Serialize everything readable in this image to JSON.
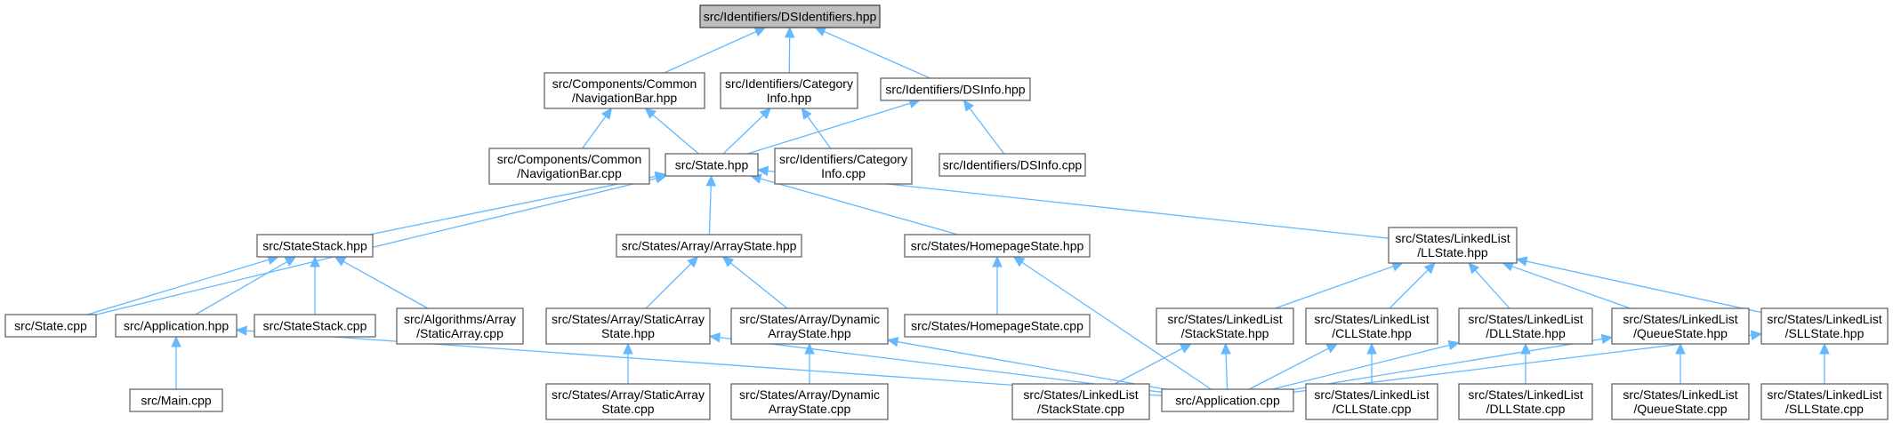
{
  "diagram": {
    "nodes": [
      {
        "id": "dsidentifiers_hpp",
        "lines": [
          "src/Identifiers/DSIdentifiers.hpp"
        ],
        "root": true
      },
      {
        "id": "navbar_hpp",
        "lines": [
          "src/Components/Common",
          "/NavigationBar.hpp"
        ]
      },
      {
        "id": "categoryinfo_hpp",
        "lines": [
          "src/Identifiers/Category",
          "Info.hpp"
        ]
      },
      {
        "id": "dsinfo_hpp",
        "lines": [
          "src/Identifiers/DSInfo.hpp"
        ]
      },
      {
        "id": "navbar_cpp",
        "lines": [
          "src/Components/Common",
          "/NavigationBar.cpp"
        ]
      },
      {
        "id": "state_hpp",
        "lines": [
          "src/State.hpp"
        ]
      },
      {
        "id": "categoryinfo_cpp",
        "lines": [
          "src/Identifiers/Category",
          "Info.cpp"
        ]
      },
      {
        "id": "dsinfo_cpp",
        "lines": [
          "src/Identifiers/DSInfo.cpp"
        ]
      },
      {
        "id": "statestack_hpp",
        "lines": [
          "src/StateStack.hpp"
        ]
      },
      {
        "id": "arraystate_hpp",
        "lines": [
          "src/States/Array/ArrayState.hpp"
        ]
      },
      {
        "id": "homepagestate_hpp",
        "lines": [
          "src/States/HomepageState.hpp"
        ]
      },
      {
        "id": "llstate_hpp",
        "lines": [
          "src/States/LinkedList",
          "/LLState.hpp"
        ]
      },
      {
        "id": "state_cpp",
        "lines": [
          "src/State.cpp"
        ]
      },
      {
        "id": "application_hpp",
        "lines": [
          "src/Application.hpp"
        ]
      },
      {
        "id": "statestack_cpp",
        "lines": [
          "src/StateStack.cpp"
        ]
      },
      {
        "id": "staticarray_alg_cpp",
        "lines": [
          "src/Algorithms/Array",
          "/StaticArray.cpp"
        ]
      },
      {
        "id": "staticarraystate_hpp",
        "lines": [
          "src/States/Array/StaticArray",
          "State.hpp"
        ]
      },
      {
        "id": "dynamicarraystate_hpp",
        "lines": [
          "src/States/Array/Dynamic",
          "ArrayState.hpp"
        ]
      },
      {
        "id": "homepagestate_cpp",
        "lines": [
          "src/States/HomepageState.cpp"
        ]
      },
      {
        "id": "stackstate_hpp",
        "lines": [
          "src/States/LinkedList",
          "/StackState.hpp"
        ]
      },
      {
        "id": "cllstate_hpp",
        "lines": [
          "src/States/LinkedList",
          "/CLLState.hpp"
        ]
      },
      {
        "id": "dllstate_hpp",
        "lines": [
          "src/States/LinkedList",
          "/DLLState.hpp"
        ]
      },
      {
        "id": "queuestate_hpp",
        "lines": [
          "src/States/LinkedList",
          "/QueueState.hpp"
        ]
      },
      {
        "id": "sllstate_hpp",
        "lines": [
          "src/States/LinkedList",
          "/SLLState.hpp"
        ]
      },
      {
        "id": "main_cpp",
        "lines": [
          "src/Main.cpp"
        ]
      },
      {
        "id": "staticarraystate_cpp",
        "lines": [
          "src/States/Array/StaticArray",
          "State.cpp"
        ]
      },
      {
        "id": "dynamicarraystate_cpp",
        "lines": [
          "src/States/Array/Dynamic",
          "ArrayState.cpp"
        ]
      },
      {
        "id": "stackstate_cpp",
        "lines": [
          "src/States/LinkedList",
          "/StackState.cpp"
        ]
      },
      {
        "id": "application_cpp",
        "lines": [
          "src/Application.cpp"
        ]
      },
      {
        "id": "cllstate_cpp",
        "lines": [
          "src/States/LinkedList",
          "/CLLState.cpp"
        ]
      },
      {
        "id": "dllstate_cpp",
        "lines": [
          "src/States/LinkedList",
          "/DLLState.cpp"
        ]
      },
      {
        "id": "queuestate_cpp",
        "lines": [
          "src/States/LinkedList",
          "/QueueState.cpp"
        ]
      },
      {
        "id": "sllstate_cpp",
        "lines": [
          "src/States/LinkedList",
          "/SLLState.cpp"
        ]
      }
    ],
    "edges": [
      {
        "from": "navbar_hpp",
        "to": "dsidentifiers_hpp"
      },
      {
        "from": "categoryinfo_hpp",
        "to": "dsidentifiers_hpp"
      },
      {
        "from": "dsinfo_hpp",
        "to": "dsidentifiers_hpp"
      },
      {
        "from": "navbar_cpp",
        "to": "navbar_hpp"
      },
      {
        "from": "state_hpp",
        "to": "navbar_hpp"
      },
      {
        "from": "state_hpp",
        "to": "categoryinfo_hpp"
      },
      {
        "from": "categoryinfo_cpp",
        "to": "categoryinfo_hpp"
      },
      {
        "from": "state_hpp",
        "to": "dsinfo_hpp"
      },
      {
        "from": "dsinfo_cpp",
        "to": "dsinfo_hpp"
      },
      {
        "from": "state_cpp",
        "to": "state_hpp"
      },
      {
        "from": "statestack_hpp",
        "to": "state_hpp"
      },
      {
        "from": "arraystate_hpp",
        "to": "state_hpp"
      },
      {
        "from": "homepagestate_hpp",
        "to": "state_hpp"
      },
      {
        "from": "llstate_hpp",
        "to": "state_hpp"
      },
      {
        "from": "state_cpp",
        "to": "statestack_hpp"
      },
      {
        "from": "application_hpp",
        "to": "statestack_hpp"
      },
      {
        "from": "statestack_cpp",
        "to": "statestack_hpp"
      },
      {
        "from": "staticarray_alg_cpp",
        "to": "statestack_hpp"
      },
      {
        "from": "main_cpp",
        "to": "application_hpp"
      },
      {
        "from": "application_cpp",
        "to": "application_hpp"
      },
      {
        "from": "staticarraystate_hpp",
        "to": "arraystate_hpp"
      },
      {
        "from": "dynamicarraystate_hpp",
        "to": "arraystate_hpp"
      },
      {
        "from": "staticarraystate_cpp",
        "to": "staticarraystate_hpp"
      },
      {
        "from": "application_cpp",
        "to": "staticarraystate_hpp"
      },
      {
        "from": "dynamicarraystate_cpp",
        "to": "dynamicarraystate_hpp"
      },
      {
        "from": "application_cpp",
        "to": "dynamicarraystate_hpp"
      },
      {
        "from": "homepagestate_cpp",
        "to": "homepagestate_hpp"
      },
      {
        "from": "application_cpp",
        "to": "homepagestate_hpp"
      },
      {
        "from": "stackstate_hpp",
        "to": "llstate_hpp"
      },
      {
        "from": "cllstate_hpp",
        "to": "llstate_hpp"
      },
      {
        "from": "dllstate_hpp",
        "to": "llstate_hpp"
      },
      {
        "from": "queuestate_hpp",
        "to": "llstate_hpp"
      },
      {
        "from": "sllstate_hpp",
        "to": "llstate_hpp"
      },
      {
        "from": "stackstate_cpp",
        "to": "stackstate_hpp"
      },
      {
        "from": "application_cpp",
        "to": "stackstate_hpp"
      },
      {
        "from": "cllstate_cpp",
        "to": "cllstate_hpp"
      },
      {
        "from": "application_cpp",
        "to": "cllstate_hpp"
      },
      {
        "from": "dllstate_cpp",
        "to": "dllstate_hpp"
      },
      {
        "from": "application_cpp",
        "to": "dllstate_hpp"
      },
      {
        "from": "queuestate_cpp",
        "to": "queuestate_hpp"
      },
      {
        "from": "application_cpp",
        "to": "queuestate_hpp"
      },
      {
        "from": "sllstate_cpp",
        "to": "sllstate_hpp"
      },
      {
        "from": "application_cpp",
        "to": "sllstate_hpp"
      }
    ]
  }
}
